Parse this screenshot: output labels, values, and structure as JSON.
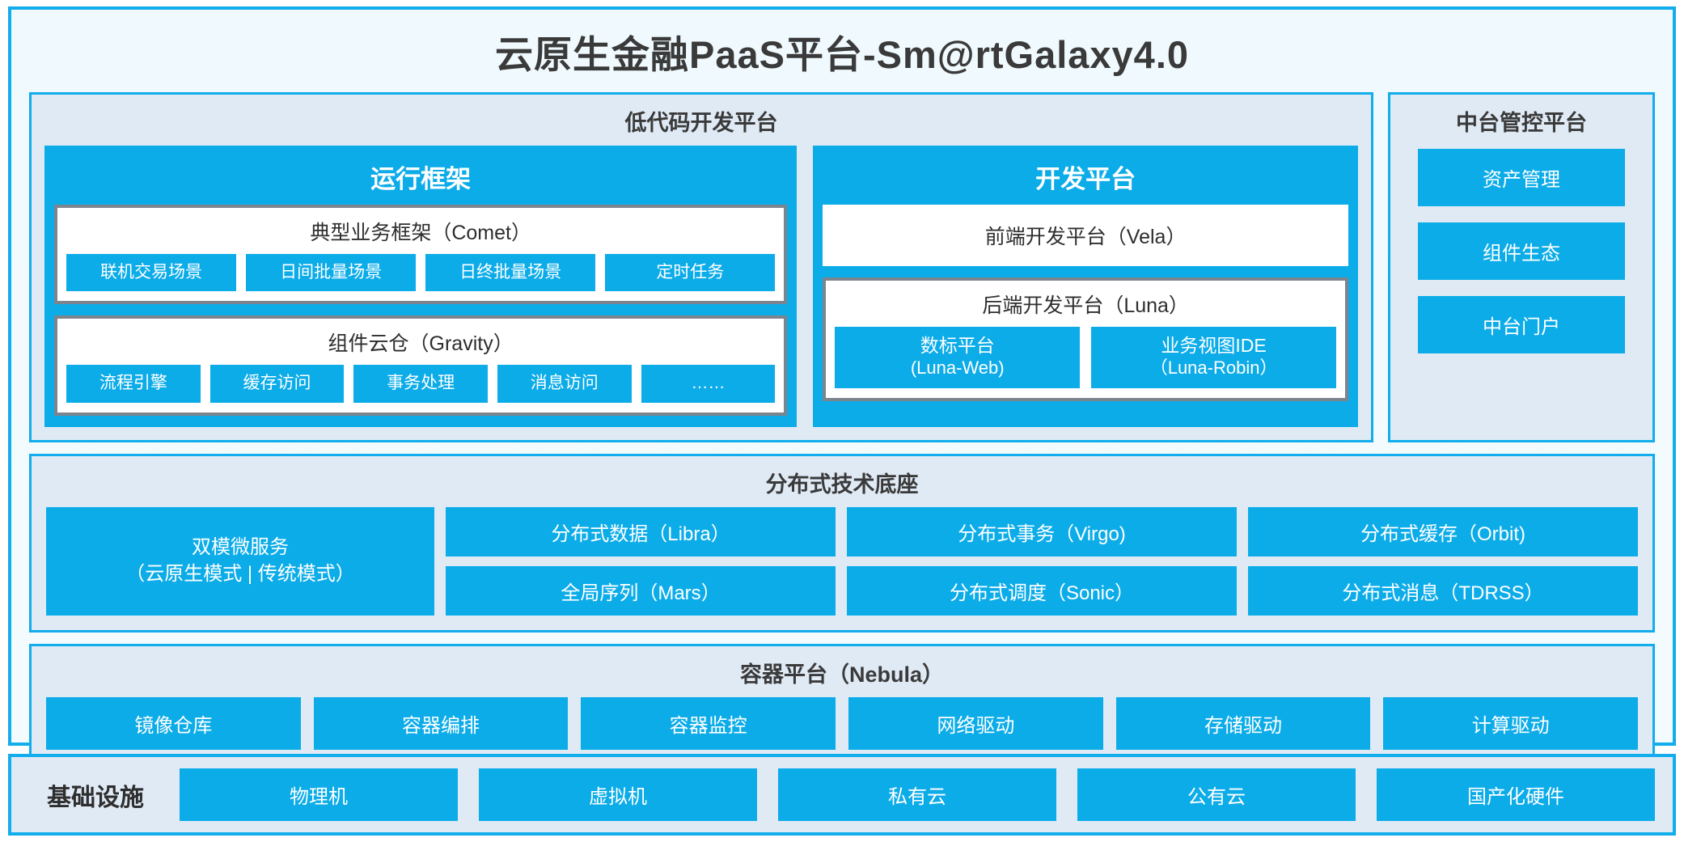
{
  "platform": {
    "title": "云原生金融PaaS平台-Sm@rtGalaxy4.0"
  },
  "lowcode": {
    "title": "低代码开发平台",
    "runtime": {
      "title": "运行框架",
      "comet": {
        "title": "典型业务框架（Comet）",
        "tiles": [
          "联机交易场景",
          "日间批量场景",
          "日终批量场景",
          "定时任务"
        ]
      },
      "gravity": {
        "title": "组件云仓（Gravity）",
        "tiles": [
          "流程引擎",
          "缓存访问",
          "事务处理",
          "消息访问",
          "……"
        ]
      }
    },
    "devplatform": {
      "title": "开发平台",
      "frontend": "前端开发平台（Vela）",
      "backend": {
        "title": "后端开发平台（Luna）",
        "tiles": [
          {
            "name": "数标平台",
            "sub": "(Luna-Web)"
          },
          {
            "name": "业务视图IDE",
            "sub": "（Luna-Robin）"
          }
        ]
      }
    }
  },
  "midoffice": {
    "title": "中台管控平台",
    "tiles": [
      "资产管理",
      "组件生态",
      "中台门户"
    ]
  },
  "distributed": {
    "title": "分布式技术底座",
    "wide_tile": {
      "line1": "双模微服务",
      "line2": "（云原生模式 | 传统模式）"
    },
    "columns": [
      [
        "分布式数据（Libra）",
        "全局序列（Mars）"
      ],
      [
        "分布式事务（Virgo)",
        "分布式调度（Sonic）"
      ],
      [
        "分布式缓存（Orbit)",
        "分布式消息（TDRSS）"
      ]
    ]
  },
  "container": {
    "title": "容器平台（Nebula）",
    "tiles": [
      "镜像仓库",
      "容器编排",
      "容器监控",
      "网络驱动",
      "存储驱动",
      "计算驱动"
    ]
  },
  "infrastructure": {
    "label": "基础设施",
    "tiles": [
      "物理机",
      "虚拟机",
      "私有云",
      "公有云",
      "国产化硬件"
    ]
  },
  "colors": {
    "accent_blue": "#0CACE9",
    "frame_blue": "#11ADEC",
    "panel_bg": "#E0EAF5",
    "page_bg": "#F2FAFE",
    "card_border_gray": "#7C848E"
  }
}
